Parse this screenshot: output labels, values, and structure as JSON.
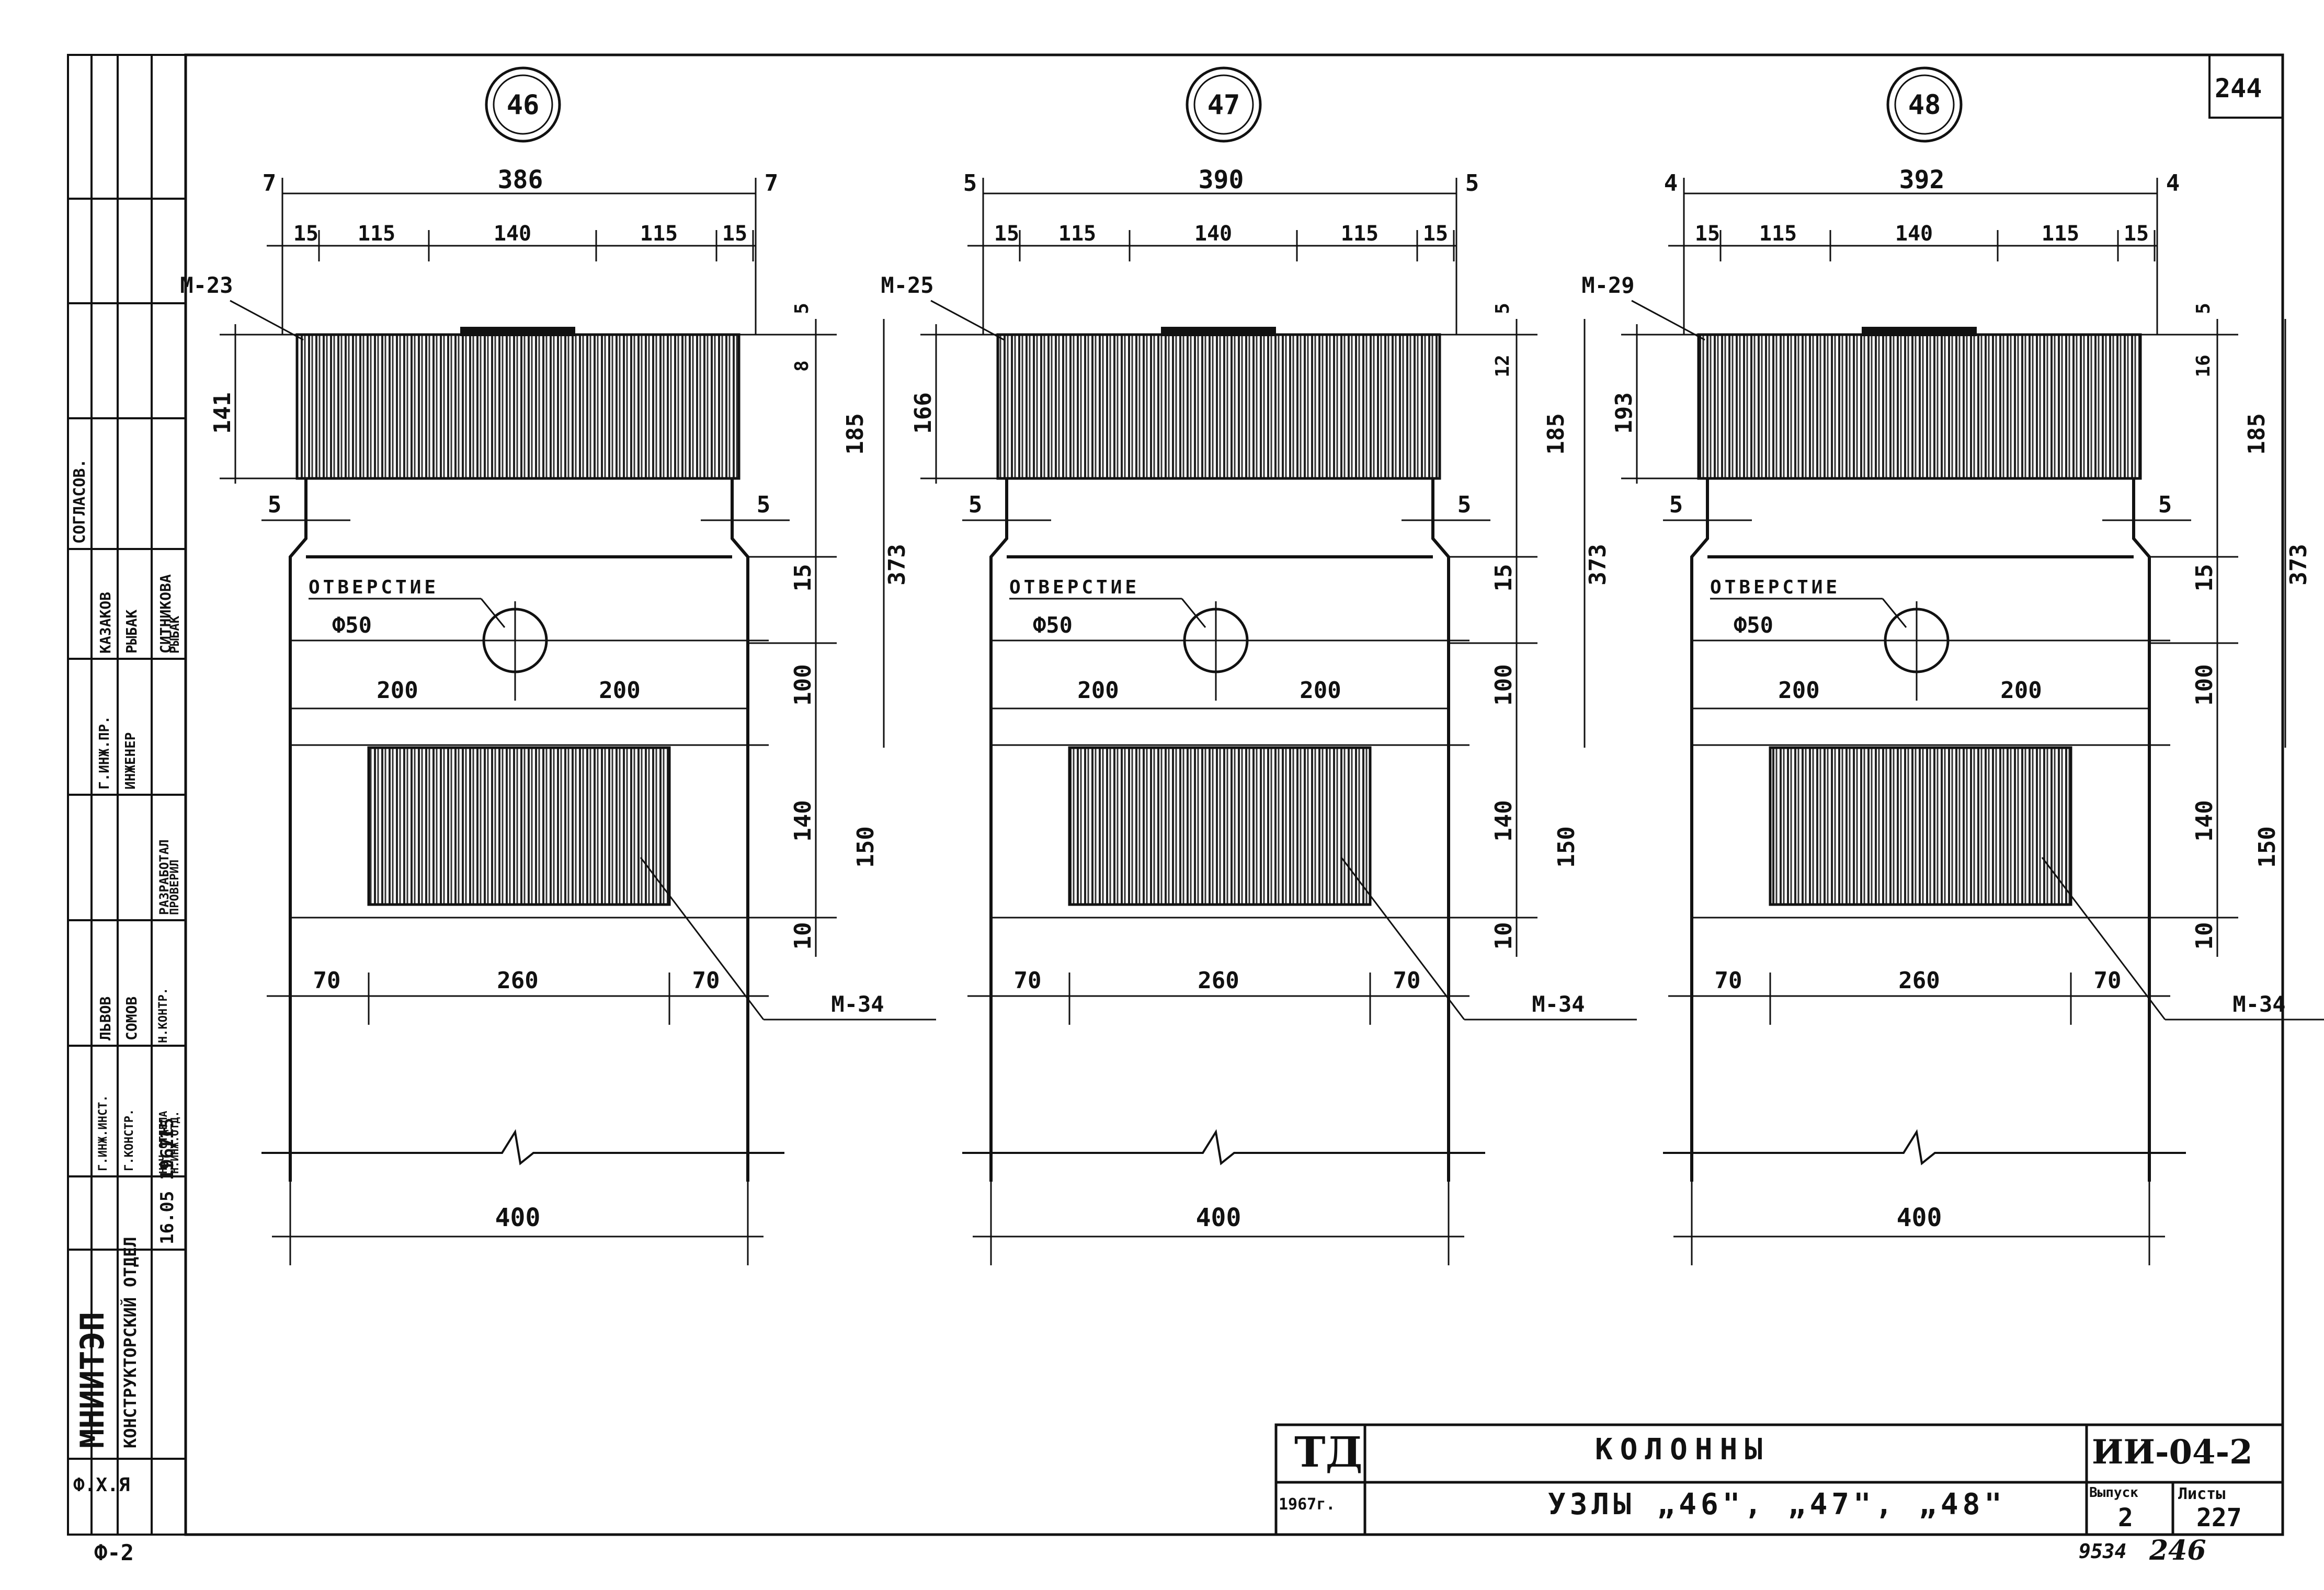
{
  "sheet": {
    "page_number": "244",
    "bottom_left_code": "Ф-2",
    "bottom_right_code": "9534",
    "bottom_right_mark": "246"
  },
  "side_stamp": {
    "org": "МНИИТЭП",
    "dept": "КОНСТРУКТОРСКИЙ ОТДЕЛ",
    "date": "16.05 1967г",
    "sheet_ref": "1 115",
    "agreed": "СОГЛАСОВ.",
    "names": [
      "КАЗАКОВ",
      "РЫБАК",
      "СИТНИКОВА",
      "РЫБАК",
      "ЛЬВОВ",
      "СОМОВ"
    ],
    "roles": [
      "Г.ИНЖ.ПР.",
      "ИНЖЕНЕР",
      "РАЗРАБОТАЛ",
      "ПРОВЕРИЛ",
      "Н.КОНТР.",
      "Г.ИНЖ.ИНСТ.",
      "Г.КОНСТР.",
      "НАЧ.ОТДЕЛА",
      "Н.ИНЖ.ОТД."
    ],
    "footer": "Ф.Х.Я"
  },
  "nodes": [
    {
      "id": "46",
      "top_dims": {
        "left_edge": "7",
        "total": "386",
        "right_edge": "7",
        "segments": [
          "15",
          "115",
          "140",
          "115",
          "15"
        ]
      },
      "mark_top": "М-23",
      "left_height": "141",
      "small_top_right": "5",
      "small_right": "8",
      "side_gaps": [
        "5",
        "5"
      ],
      "vertical_dims": [
        "185",
        "373",
        "15",
        "100",
        "140",
        "150",
        "10"
      ],
      "hole_label_1": "ОТВЕРСТИЕ",
      "hole_label_2": "Ф50",
      "hole_offsets": [
        "200",
        "200"
      ],
      "bottom_segments": [
        "70",
        "260",
        "70"
      ],
      "mark_bottom": "М-34",
      "width": "400"
    },
    {
      "id": "47",
      "top_dims": {
        "left_edge": "5",
        "total": "390",
        "right_edge": "5",
        "segments": [
          "15",
          "115",
          "140",
          "115",
          "15"
        ]
      },
      "mark_top": "М-25",
      "left_height": "166",
      "small_top_right": "5",
      "small_right": "12",
      "side_gaps": [
        "5",
        "5"
      ],
      "vertical_dims": [
        "185",
        "373",
        "15",
        "100",
        "140",
        "150",
        "10"
      ],
      "hole_label_1": "ОТВЕРСТИЕ",
      "hole_label_2": "Ф50",
      "hole_offsets": [
        "200",
        "200"
      ],
      "bottom_segments": [
        "70",
        "260",
        "70"
      ],
      "mark_bottom": "М-34",
      "width": "400"
    },
    {
      "id": "48",
      "top_dims": {
        "left_edge": "4",
        "total": "392",
        "right_edge": "4",
        "segments": [
          "15",
          "115",
          "140",
          "115",
          "15"
        ]
      },
      "mark_top": "М-29",
      "left_height": "193",
      "small_top_right": "5",
      "small_right": "16",
      "side_gaps": [
        "5",
        "5"
      ],
      "vertical_dims": [
        "185",
        "373",
        "15",
        "100",
        "140",
        "150",
        "10"
      ],
      "hole_label_1": "ОТВЕРСТИЕ",
      "hole_label_2": "Ф50",
      "hole_offsets": [
        "200",
        "200"
      ],
      "bottom_segments": [
        "70",
        "260",
        "70"
      ],
      "mark_bottom": "М-34",
      "width": "400"
    }
  ],
  "title_block": {
    "logo": "ТД",
    "year": "1967г.",
    "title": "КОЛОННЫ",
    "subtitle": "УЗЛЫ „46\", „47\", „48\"",
    "series": "ИИ-04-2",
    "issue_label": "Выпуск",
    "issue": "2",
    "sheet_label": "Листы",
    "sheet": "227"
  }
}
